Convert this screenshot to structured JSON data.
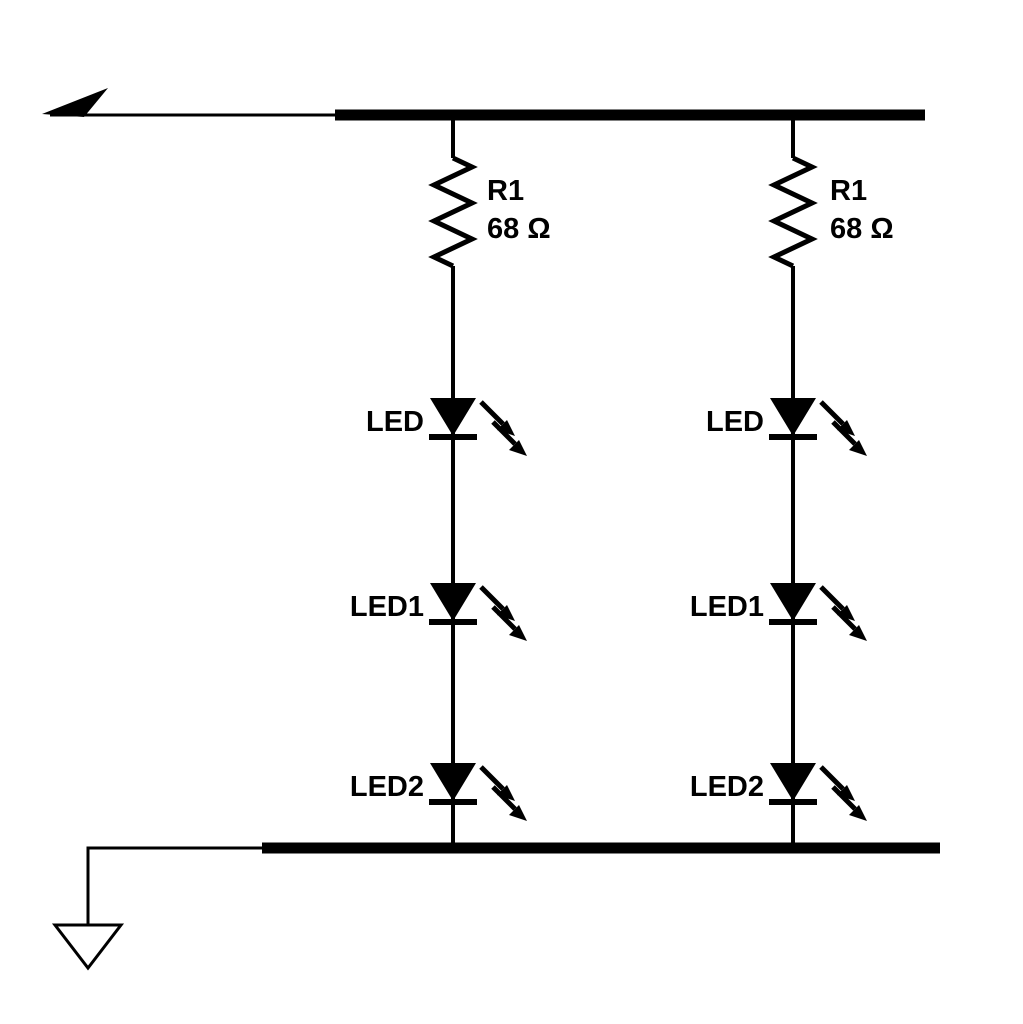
{
  "diagram": {
    "type": "circuit-schematic",
    "description": "Two parallel strings, each: resistor feeding three series LEDs, between a supply rail and ground rail",
    "background": "#ffffff",
    "line_color": "#000000",
    "branches": [
      {
        "resistor": {
          "ref": "R1",
          "value": "68 Ω"
        },
        "leds": [
          {
            "label": "LED"
          },
          {
            "label": "LED1"
          },
          {
            "label": "LED2"
          }
        ]
      },
      {
        "resistor": {
          "ref": "R1",
          "value": "68 Ω"
        },
        "leds": [
          {
            "label": "LED"
          },
          {
            "label": "LED1"
          },
          {
            "label": "LED2"
          }
        ]
      }
    ]
  }
}
